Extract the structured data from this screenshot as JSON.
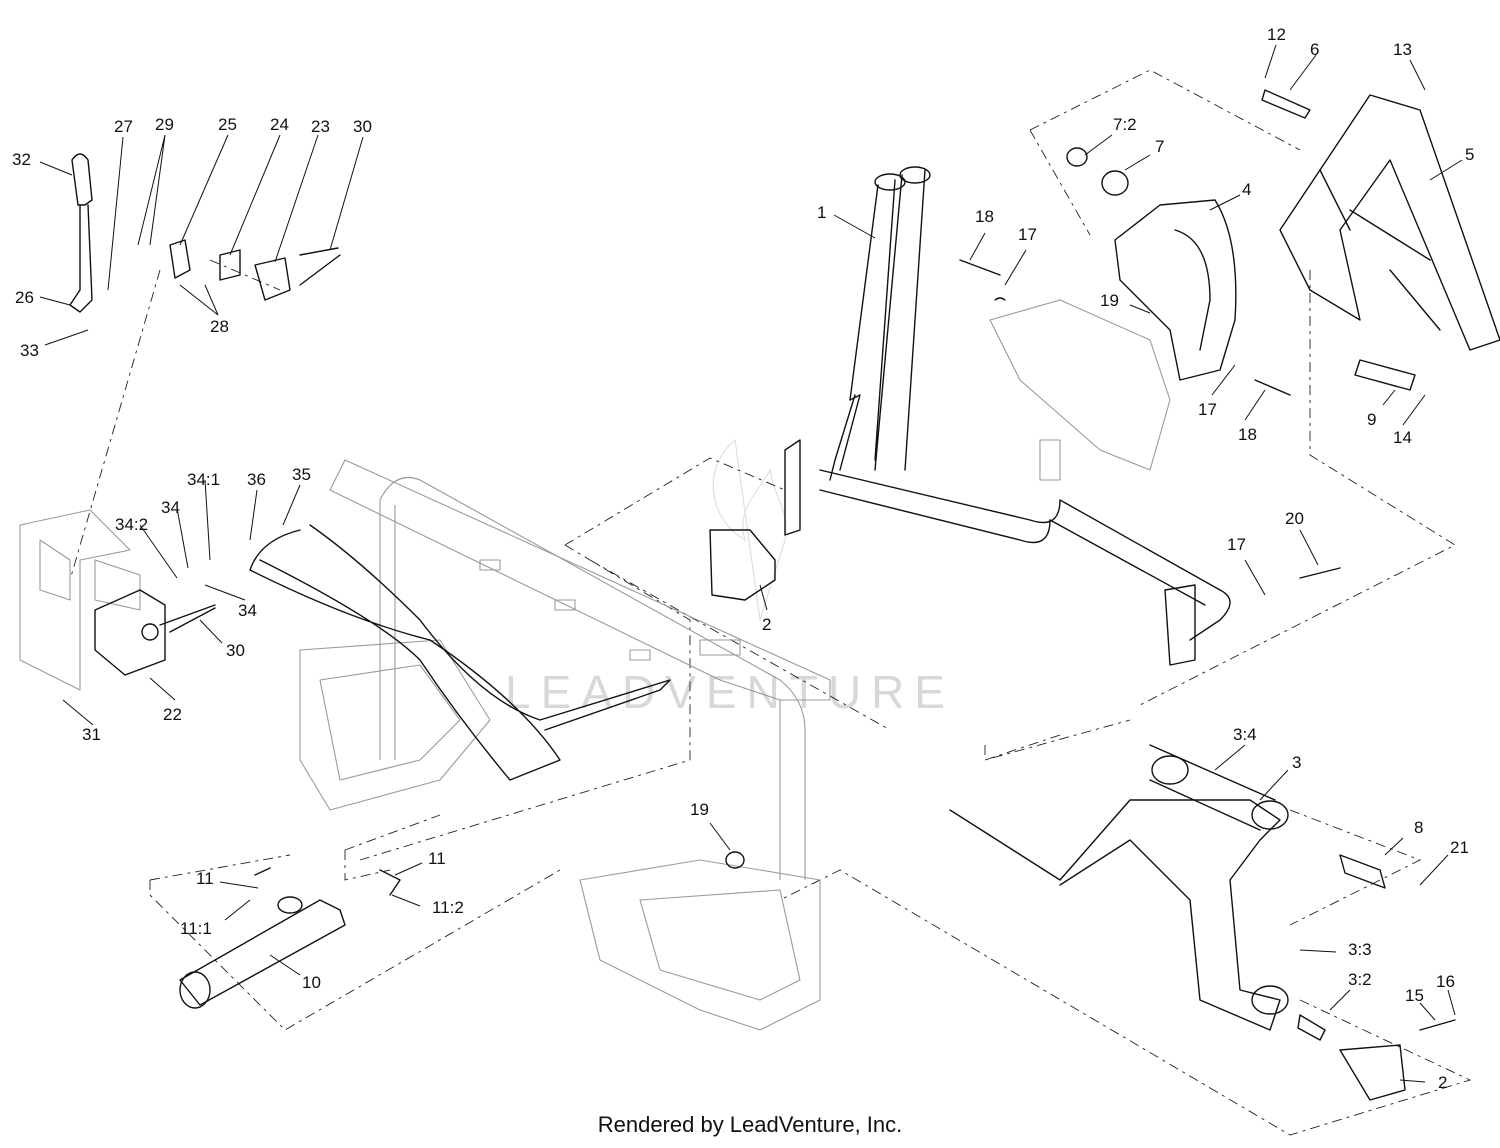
{
  "watermark": "LEADVENTURE",
  "footer": "Rendered by LeadVenture, Inc.",
  "callouts": [
    "1",
    "2",
    "2",
    "3",
    "3:2",
    "3:3",
    "3:4",
    "4",
    "5",
    "6",
    "7",
    "7:2",
    "8",
    "9",
    "10",
    "11",
    "11",
    "11:1",
    "11:2",
    "12",
    "13",
    "14",
    "15",
    "16",
    "17",
    "17",
    "17",
    "18",
    "18",
    "19",
    "19",
    "20",
    "21",
    "22",
    "23",
    "24",
    "25",
    "26",
    "27",
    "28",
    "29",
    "30",
    "30",
    "31",
    "32",
    "33",
    "34",
    "34",
    "34:1",
    "34:2",
    "35",
    "36"
  ]
}
